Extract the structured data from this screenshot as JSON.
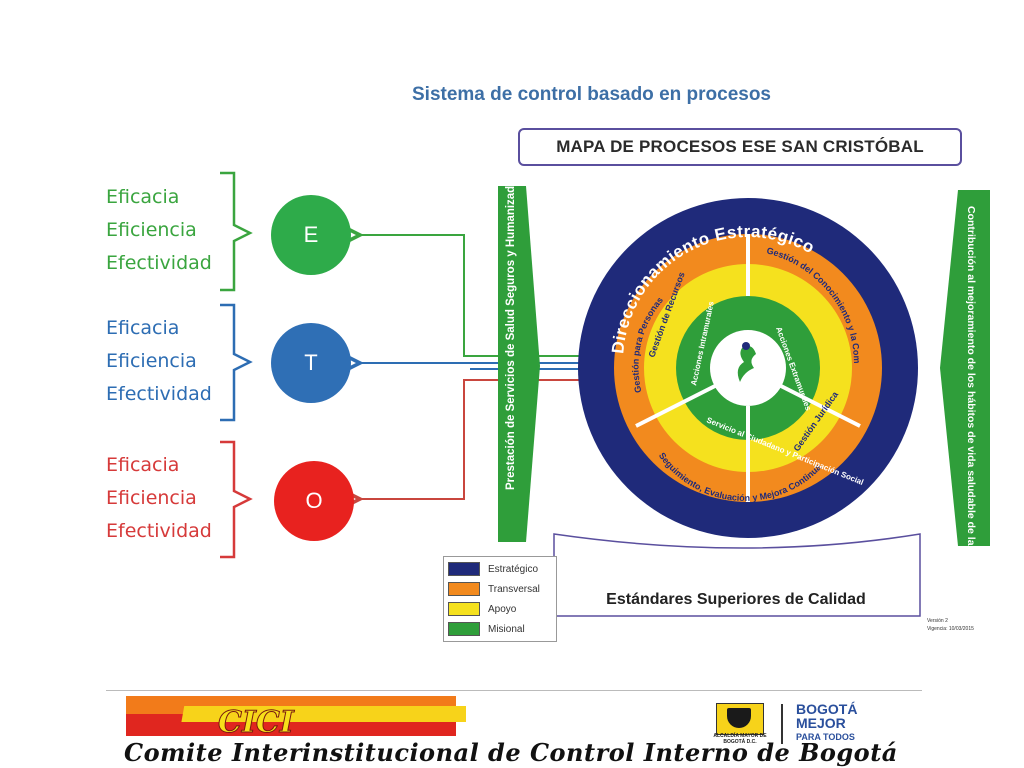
{
  "slide": {
    "title": "Sistema de control basado en procesos"
  },
  "process_map": {
    "title": "MAPA DE PROCESOS ESE SAN CRISTÓBAL",
    "left_banner": "Prestación de Servicios de Salud Seguros y Humanizados",
    "right_banner": "Contribución al mejoramiento de los hábitos de vida saludable de la comunidad",
    "outer_ring": "Direccionamiento Estratégico",
    "orange_top_right": "Gestión del Conocimiento y la Comunicación",
    "orange_left": "Gestión para Personas",
    "orange_bottom": "Seguimiento, Evaluación y Mejora Continua",
    "yellow_left": "Gestión de Recursos",
    "yellow_right": "Gestión Jurídica",
    "green_left": "Acciones Intramurales",
    "green_right": "Acciones Extramurales",
    "green_bottom": "Servicio al Ciudadano y Participación Social",
    "bottom_box": "Estándares Superiores de Calidad",
    "version": "Versión 2",
    "vigencia": "Vigencia: 10/03/2015"
  },
  "legend": [
    {
      "label": "Estratégico",
      "color": "#1f2a7a"
    },
    {
      "label": "Transversal",
      "color": "#f28a1e"
    },
    {
      "label": "Apoyo",
      "color": "#f5e11e"
    },
    {
      "label": "Misional",
      "color": "#2f9e3a"
    }
  ],
  "groups": [
    {
      "letter": "E",
      "color": "#2eab4a",
      "items": [
        "Eficacia",
        "Eficiencia",
        "Efectividad"
      ]
    },
    {
      "letter": "T",
      "color": "#2f6fb5",
      "items": [
        "Eficacia",
        "Eficiencia",
        "Efectividad"
      ]
    },
    {
      "letter": "O",
      "color": "#e8221f",
      "items": [
        "Eficacia",
        "Eficiencia",
        "Efectividad"
      ]
    }
  ],
  "footer": {
    "logo_text": "CICI",
    "committee": "Comite Interinstitucional de Control Interno de Bogotá",
    "alcaldia": "ALCALDÍA MAYOR DE BOGOTÁ D.C.",
    "bogota": "BOGOTÁ",
    "mejor": "MEJOR",
    "para_todos": "PARA TODOS"
  }
}
